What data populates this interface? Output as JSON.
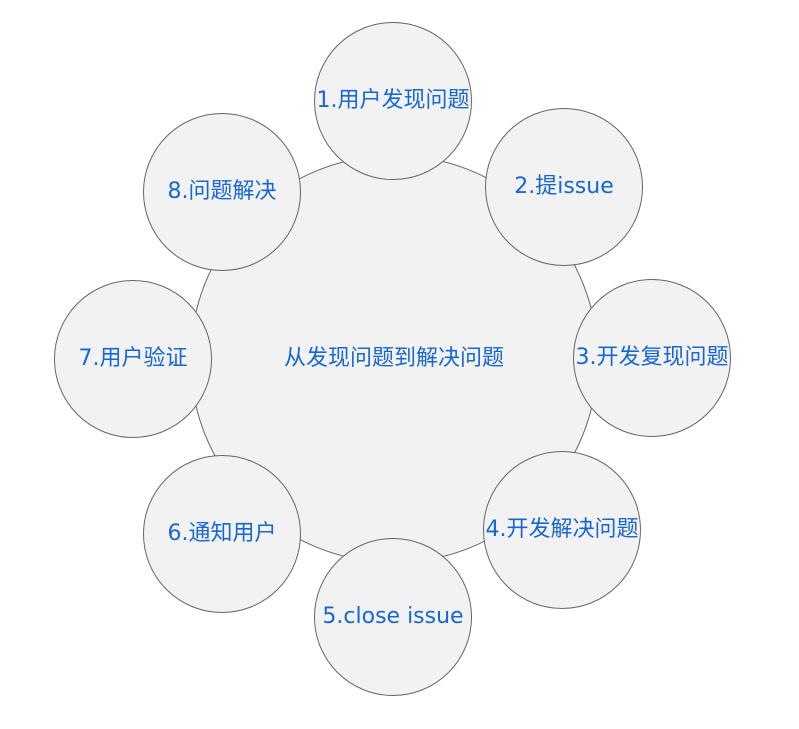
{
  "diagram": {
    "center_label": "从发现问题到解决问题",
    "steps": [
      {
        "label": "1.用户发现问题"
      },
      {
        "label": "2.提issue"
      },
      {
        "label": "3.开发复现问题"
      },
      {
        "label": "4.开发解决问题"
      },
      {
        "label": "5.close issue"
      },
      {
        "label": "6.通知用户"
      },
      {
        "label": "7.用户验证"
      },
      {
        "label": "8.问题解决"
      }
    ],
    "colors": {
      "text": "#1767d1",
      "circle_fill": "#f2f2f2",
      "circle_stroke": "#666666",
      "background": "#ffffff"
    }
  }
}
